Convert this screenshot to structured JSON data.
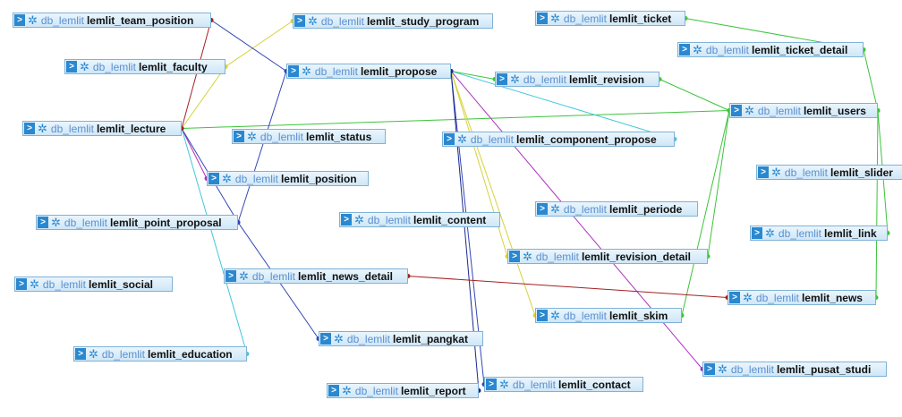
{
  "colors": {
    "yellow": "#d6d23a",
    "blue": "#3345b8",
    "darkblue": "#1a2a8c",
    "red": "#a32020",
    "green": "#3cc43c",
    "cyan": "#40c8d8",
    "magenta": "#b030c0"
  },
  "tables": [
    {
      "id": "team_position",
      "db": "db_lemlit",
      "name": "lemlit_team_position"
    },
    {
      "id": "study_program",
      "db": "db_lemlit",
      "name": "lemlit_study_program"
    },
    {
      "id": "ticket",
      "db": "db_lemlit",
      "name": "lemlit_ticket"
    },
    {
      "id": "ticket_detail",
      "db": "db_lemlit",
      "name": "lemlit_ticket_detail"
    },
    {
      "id": "faculty",
      "db": "db_lemlit",
      "name": "lemlit_faculty"
    },
    {
      "id": "propose",
      "db": "db_lemlit",
      "name": "lemlit_propose"
    },
    {
      "id": "revision",
      "db": "db_lemlit",
      "name": "lemlit_revision"
    },
    {
      "id": "users",
      "db": "db_lemlit",
      "name": "lemlit_users"
    },
    {
      "id": "lecture",
      "db": "db_lemlit",
      "name": "lemlit_lecture"
    },
    {
      "id": "status",
      "db": "db_lemlit",
      "name": "lemlit_status"
    },
    {
      "id": "component_propose",
      "db": "db_lemlit",
      "name": "lemlit_component_propose"
    },
    {
      "id": "slider",
      "db": "db_lemlit",
      "name": "lemlit_slider"
    },
    {
      "id": "position",
      "db": "db_lemlit",
      "name": "lemlit_position"
    },
    {
      "id": "periode",
      "db": "db_lemlit",
      "name": "lemlit_periode"
    },
    {
      "id": "point_proposal",
      "db": "db_lemlit",
      "name": "lemlit_point_proposal"
    },
    {
      "id": "content",
      "db": "db_lemlit",
      "name": "lemlit_content"
    },
    {
      "id": "link",
      "db": "db_lemlit",
      "name": "lemlit_link"
    },
    {
      "id": "revision_detail",
      "db": "db_lemlit",
      "name": "lemlit_revision_detail"
    },
    {
      "id": "social",
      "db": "db_lemlit",
      "name": "lemlit_social"
    },
    {
      "id": "news_detail",
      "db": "db_lemlit",
      "name": "lemlit_news_detail"
    },
    {
      "id": "news",
      "db": "db_lemlit",
      "name": "lemlit_news"
    },
    {
      "id": "skim",
      "db": "db_lemlit",
      "name": "lemlit_skim"
    },
    {
      "id": "pangkat",
      "db": "db_lemlit",
      "name": "lemlit_pangkat"
    },
    {
      "id": "education",
      "db": "db_lemlit",
      "name": "lemlit_education"
    },
    {
      "id": "pusat_studi",
      "db": "db_lemlit",
      "name": "lemlit_pusat_studi"
    },
    {
      "id": "contact",
      "db": "db_lemlit",
      "name": "lemlit_contact"
    },
    {
      "id": "report",
      "db": "db_lemlit",
      "name": "lemlit_report"
    }
  ],
  "relations": [
    {
      "from": "faculty",
      "to": "study_program",
      "color": "yellow"
    },
    {
      "from": "lecture",
      "to": "faculty",
      "color": "yellow"
    },
    {
      "from": "team_position",
      "to": "propose",
      "color": "blue"
    },
    {
      "from": "lecture",
      "to": "position",
      "color": "magenta"
    },
    {
      "from": "lecture",
      "to": "users",
      "color": "green"
    },
    {
      "from": "lecture",
      "to": "point_proposal",
      "color": "blue"
    },
    {
      "from": "lecture",
      "to": "education",
      "color": "cyan"
    },
    {
      "from": "team_position",
      "to": "lecture",
      "color": "red"
    },
    {
      "from": "propose",
      "to": "revision",
      "color": "green"
    },
    {
      "from": "propose",
      "to": "component_propose",
      "color": "cyan"
    },
    {
      "from": "propose",
      "to": "revision_detail",
      "color": "yellow"
    },
    {
      "from": "propose",
      "to": "skim",
      "color": "yellow"
    },
    {
      "from": "propose",
      "to": "pusat_studi",
      "color": "magenta"
    },
    {
      "from": "propose",
      "to": "contact",
      "color": "blue"
    },
    {
      "from": "propose",
      "to": "report",
      "color": "darkblue"
    },
    {
      "from": "propose",
      "to": "point_proposal",
      "color": "blue"
    },
    {
      "from": "revision",
      "to": "users",
      "color": "green"
    },
    {
      "from": "ticket",
      "to": "ticket_detail",
      "color": "green"
    },
    {
      "from": "ticket_detail",
      "to": "users",
      "color": "green"
    },
    {
      "from": "users",
      "to": "link",
      "color": "green"
    },
    {
      "from": "users",
      "to": "revision_detail",
      "color": "green"
    },
    {
      "from": "users",
      "to": "news",
      "color": "green"
    },
    {
      "from": "users",
      "to": "skim",
      "color": "green"
    },
    {
      "from": "news_detail",
      "to": "news",
      "color": "red"
    },
    {
      "from": "point_proposal",
      "to": "pangkat",
      "color": "blue"
    }
  ]
}
